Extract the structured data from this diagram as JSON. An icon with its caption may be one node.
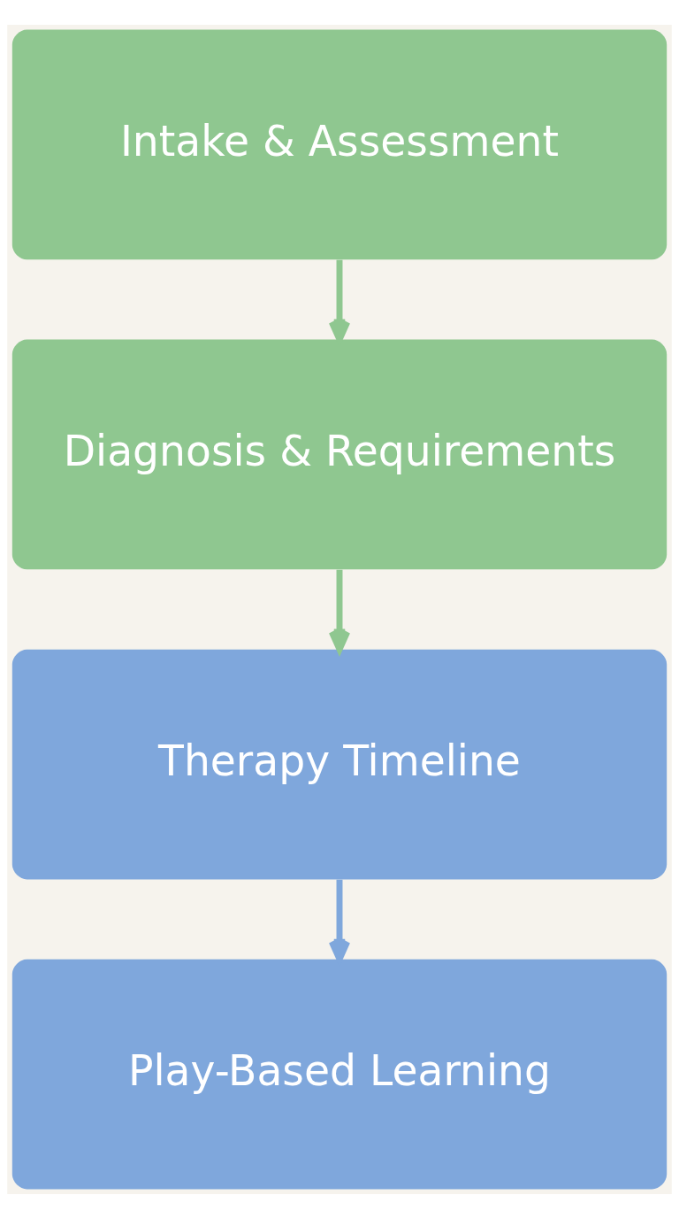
{
  "diagram": {
    "nodes": [
      {
        "text": [
          "Intake & Assessment"
        ]
      },
      {
        "text": [
          "Diagnosis & Requirements"
        ]
      },
      {
        "text": [
          "Therapy Timeline"
        ]
      },
      {
        "text": [
          "Play-Based Learning"
        ]
      }
    ],
    "edges": [
      {
        "from": 0,
        "to": 1,
        "arrow": "to"
      },
      {
        "from": 1,
        "to": 2,
        "arrow": "to"
      },
      {
        "from": 2,
        "to": 3,
        "arrow": "to",
        "color": "#7fa7dc"
      }
    ]
  }
}
